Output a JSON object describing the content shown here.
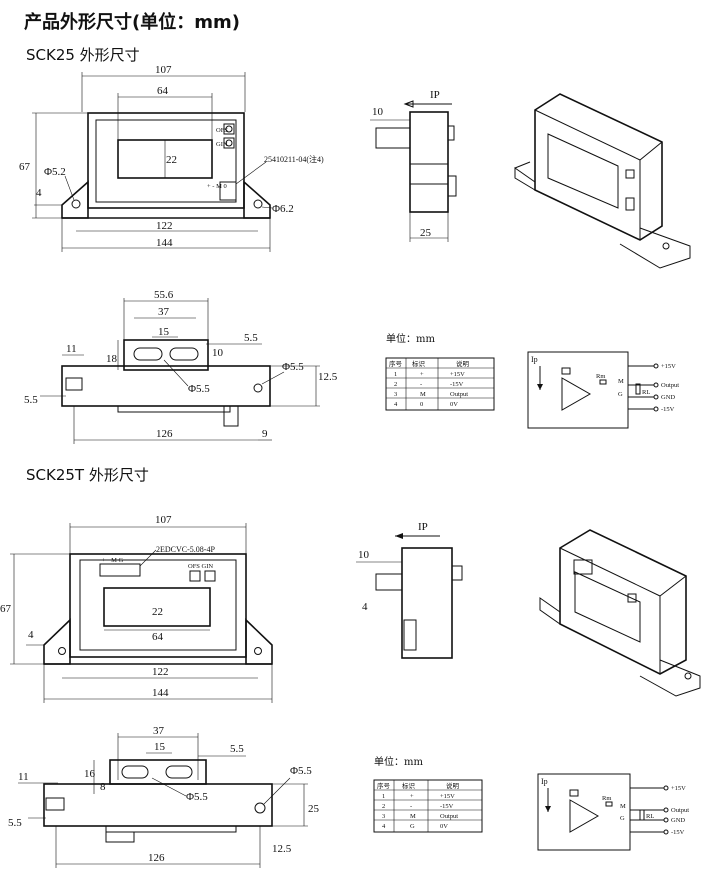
{
  "title": "产品外形尺寸(单位：mm)",
  "sck25": {
    "heading": "SCK25 外形尺寸",
    "front": {
      "w107": "107",
      "w64": "64",
      "h22": "22",
      "h67": "67",
      "d52": "Φ5.2",
      "d62": "Φ6.2",
      "h4": "4",
      "w122": "122",
      "w144": "144",
      "connector": "25410211-04(注4)",
      "label_ofs": "OFS",
      "label_gin": "GIN",
      "pins": "+ - M 0"
    },
    "side": {
      "d10": "10",
      "d25": "25",
      "ip": "IP"
    },
    "bottom": {
      "w556": "55.6",
      "w37": "37",
      "w15": "15",
      "w55": "5.5",
      "d11": "11",
      "d18": "18",
      "d10": "10",
      "d55a": "Φ5.5",
      "d55b": "Φ5.5",
      "d125": "12.5",
      "d55c": "5.5",
      "w126": "126",
      "d9": "9"
    },
    "unit": "单位：mm",
    "table": {
      "headers": [
        "序号",
        "标识",
        "说明"
      ],
      "rows": [
        [
          "1",
          "+",
          "+15V"
        ],
        [
          "2",
          "-",
          "-15V"
        ],
        [
          "3",
          "M",
          "Output"
        ],
        [
          "4",
          "0",
          "0V"
        ]
      ]
    },
    "circuit": {
      "ip": "Ip",
      "p15": "+15V",
      "out": "Output",
      "gnd": "GND",
      "m15": "-15V",
      "m": "M",
      "g": "G",
      "rm": "Rm",
      "rl": "RL"
    }
  },
  "sck25t": {
    "heading": "SCK25T 外形尺寸",
    "front": {
      "w107": "107",
      "connector": "2EDCVC-5.08-4P",
      "pins": "+ - M G",
      "label": "OFS GIN",
      "h22": "22",
      "w64": "64",
      "h67": "67",
      "h4": "4",
      "w122": "122",
      "w144": "144"
    },
    "side": {
      "d10": "10",
      "d4": "4",
      "ip": "IP"
    },
    "bottom": {
      "w37": "37",
      "w15": "15",
      "w55": "5.5",
      "d11": "11",
      "d16": "16",
      "d8": "8",
      "d55a": "Φ5.5",
      "d55b": "Φ5.5",
      "d25": "25",
      "d55c": "5.5",
      "w126": "126",
      "d125": "12.5"
    },
    "unit": "单位：mm",
    "table": {
      "headers": [
        "序号",
        "标识",
        "说明"
      ],
      "rows": [
        [
          "1",
          "+",
          "+15V"
        ],
        [
          "2",
          "-",
          "-15V"
        ],
        [
          "3",
          "M",
          "Output"
        ],
        [
          "4",
          "G",
          "0V"
        ]
      ]
    },
    "circuit": {
      "ip": "Ip",
      "p15": "+15V",
      "out": "Output",
      "gnd": "GND",
      "m15": "-15V",
      "m": "M",
      "g": "G",
      "rm": "Rm",
      "rl": "RL"
    }
  }
}
